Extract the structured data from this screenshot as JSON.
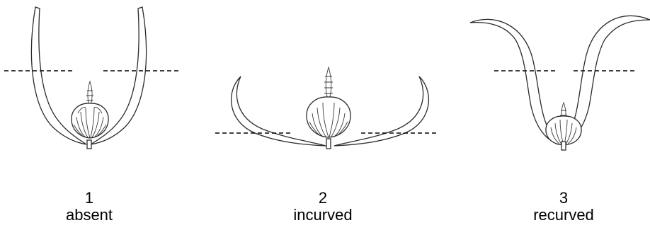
{
  "panels": [
    {
      "number": "1",
      "label": "absent"
    },
    {
      "number": "2",
      "label": "incurved"
    },
    {
      "number": "3",
      "label": "recurved"
    }
  ],
  "colors": {
    "line": "#2b2b2b",
    "dash": "#000000",
    "background": "#ffffff"
  }
}
